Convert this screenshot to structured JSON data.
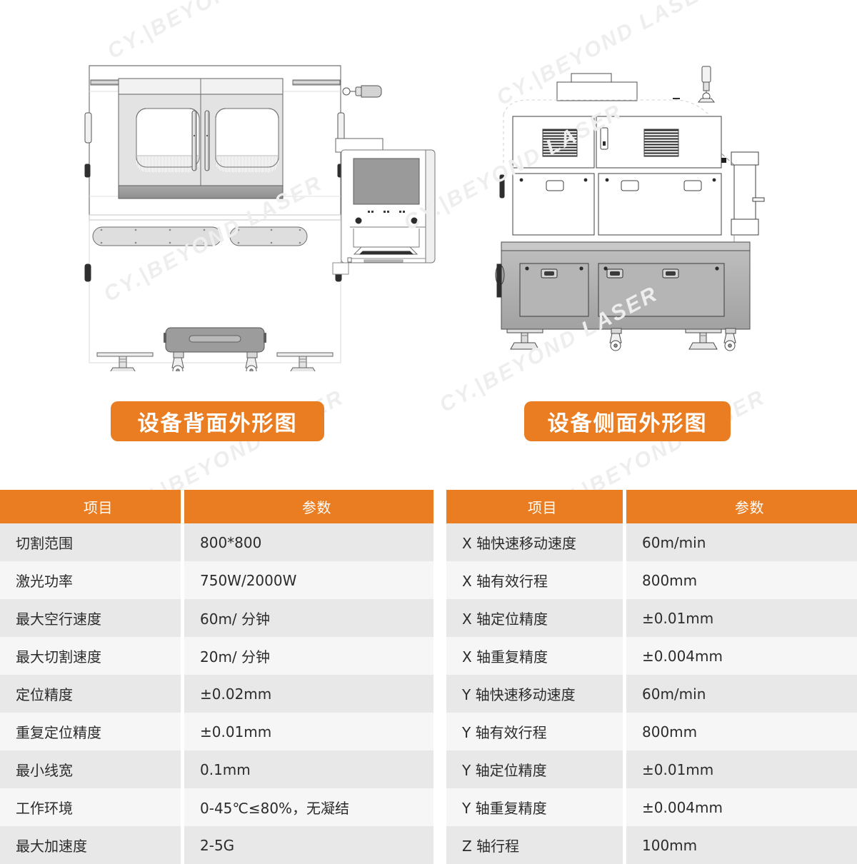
{
  "watermark": {
    "text": "CY.|BEYOND LASER",
    "color": "#eeeeee"
  },
  "theme": {
    "accent": "#ea7d22",
    "row_dark": "#e8e8e8",
    "row_light": "#f6f6f6",
    "text": "#2b2b2b",
    "page_bg": "#ffffff"
  },
  "captions": {
    "left": "设备背面外形图",
    "right": "设备侧面外形图"
  },
  "drawings": {
    "left": {
      "name": "machine-back-view-drawing",
      "alt": "设备背面外形图 技术线稿"
    },
    "right": {
      "name": "machine-side-view-drawing",
      "alt": "设备侧面外形图 技术线稿"
    }
  },
  "tables": {
    "left": {
      "headers": [
        "项目",
        "参数"
      ],
      "rows": [
        {
          "item": "切割范围",
          "value": "800*800"
        },
        {
          "item": "激光功率",
          "value": "750W/2000W"
        },
        {
          "item": "最大空行速度",
          "value": "60m/ 分钟"
        },
        {
          "item": "最大切割速度",
          "value": "20m/ 分钟"
        },
        {
          "item": "定位精度",
          "value": "±0.02mm"
        },
        {
          "item": "重复定位精度",
          "value": "±0.01mm"
        },
        {
          "item": "最小线宽",
          "value": "0.1mm"
        },
        {
          "item": "工作环境",
          "value": "0-45℃≤80%，无凝结"
        },
        {
          "item": "最大加速度",
          "value": "2-5G"
        }
      ]
    },
    "right": {
      "headers": [
        "项目",
        "参数"
      ],
      "rows": [
        {
          "item": "X 轴快速移动速度",
          "value": "60m/min"
        },
        {
          "item": "X 轴有效行程",
          "value": "800mm"
        },
        {
          "item": "X 轴定位精度",
          "value": "±0.01mm"
        },
        {
          "item": "X 轴重复精度",
          "value": "±0.004mm"
        },
        {
          "item": "Y 轴快速移动速度",
          "value": "60m/min"
        },
        {
          "item": "Y 轴有效行程",
          "value": "800mm"
        },
        {
          "item": "Y 轴定位精度",
          "value": "±0.01mm"
        },
        {
          "item": "Y 轴重复精度",
          "value": "±0.004mm"
        },
        {
          "item": "Z 轴行程",
          "value": "100mm"
        }
      ]
    }
  }
}
